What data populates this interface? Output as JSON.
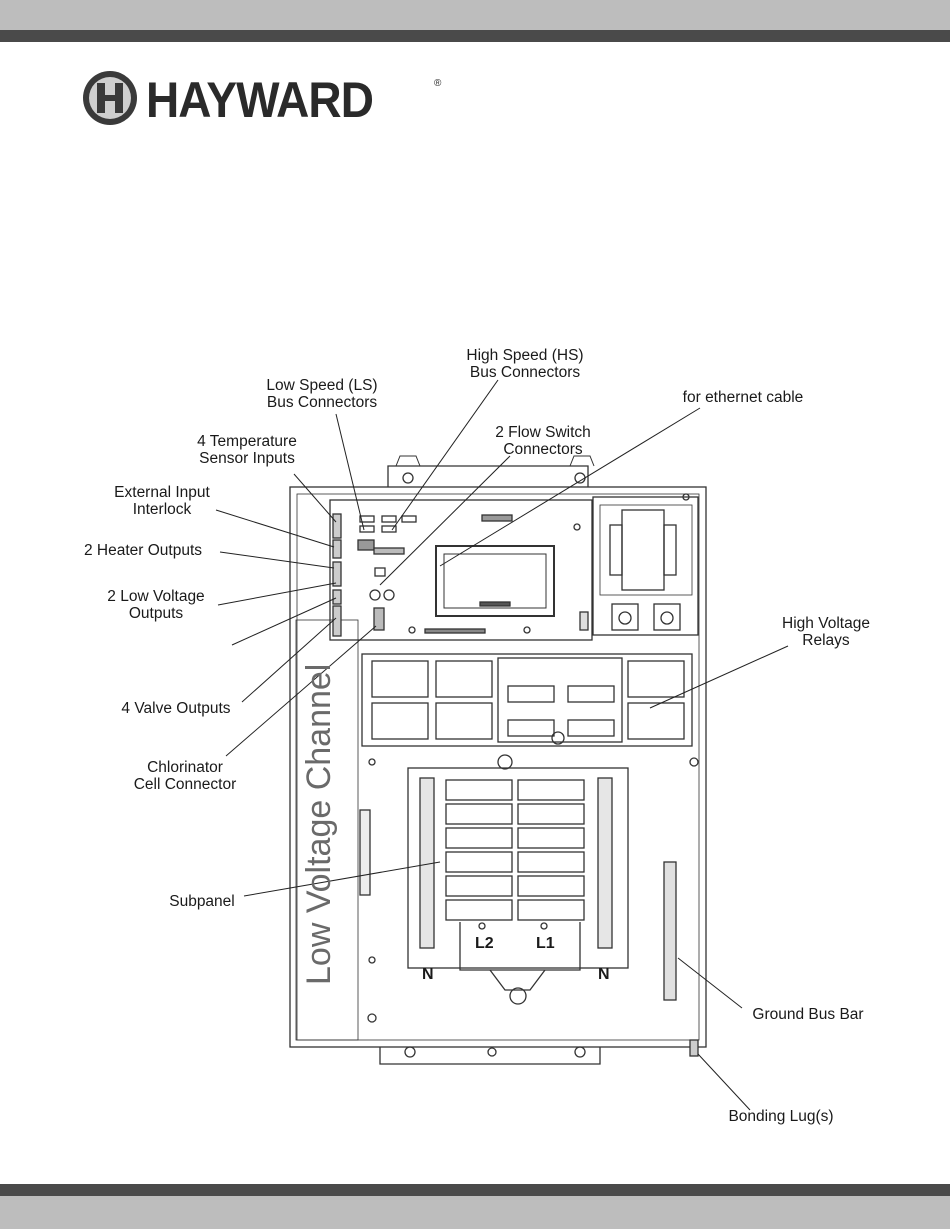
{
  "brand": {
    "name": "HAYWARD",
    "reg": "®",
    "logo_icon": "hayward-h-icon"
  },
  "colors": {
    "band_light": "#bdbdbd",
    "band_dark": "#4a4a4a",
    "line": "#333333"
  },
  "labels": {
    "hs_bus": [
      "High Speed (HS)",
      "Bus Connectors"
    ],
    "ls_bus": [
      "Low Speed (LS)",
      "Bus Connectors"
    ],
    "ethernet": [
      "for ethernet cable"
    ],
    "flow_switch": [
      "2 Flow Switch",
      "Connectors"
    ],
    "temp_sensor": [
      "4 Temperature",
      "Sensor Inputs"
    ],
    "ext_input": [
      "External Input",
      "Interlock"
    ],
    "heater": [
      "2 Heater Outputs"
    ],
    "low_voltage_out": [
      "2 Low Voltage",
      "Outputs"
    ],
    "valve": [
      "4 Valve Outputs"
    ],
    "chlorinator": [
      "Chlorinator",
      "Cell Connector"
    ],
    "subpanel": [
      "Subpanel"
    ],
    "hv_relays": [
      "High Voltage",
      "Relays"
    ],
    "ground_bus": [
      "Ground Bus Bar"
    ],
    "bonding_lug": [
      "Bonding Lug(s)"
    ]
  },
  "channel_text": "Low Voltage Channel",
  "terminals": {
    "l2": "L2",
    "l1": "L1",
    "n_left": "N",
    "n_right": "N"
  }
}
